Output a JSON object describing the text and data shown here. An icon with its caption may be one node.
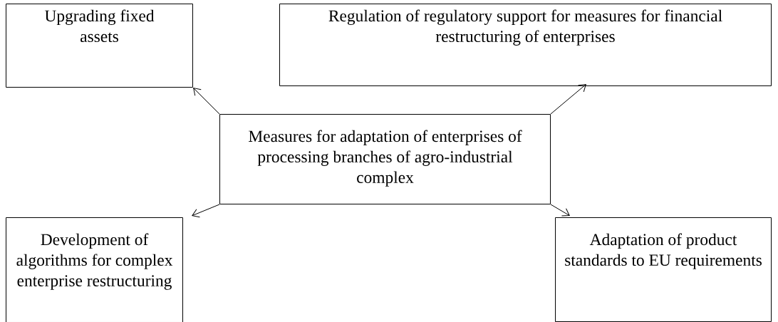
{
  "diagram": {
    "nodes": [
      {
        "text": [
          "Upgrading fixed assets"
        ]
      },
      {
        "text": [
          "Regulation of regulatory support for measures for financial restructuring of enterprises"
        ]
      },
      {
        "text": [
          "Measures for adaptation of enterprises of processing branches of agro-industrial complex"
        ]
      },
      {
        "text": [
          "Development of algorithms for complex enterprise restructuring"
        ]
      },
      {
        "text": [
          "Adaptation of product standards to EU requirements"
        ]
      }
    ],
    "edges": [
      {
        "from": 2,
        "to": 0,
        "arrow": "to"
      },
      {
        "from": 2,
        "to": 1,
        "arrow": "to"
      },
      {
        "from": 2,
        "to": 3,
        "arrow": "to"
      },
      {
        "from": 2,
        "to": 4,
        "arrow": "to"
      }
    ]
  }
}
